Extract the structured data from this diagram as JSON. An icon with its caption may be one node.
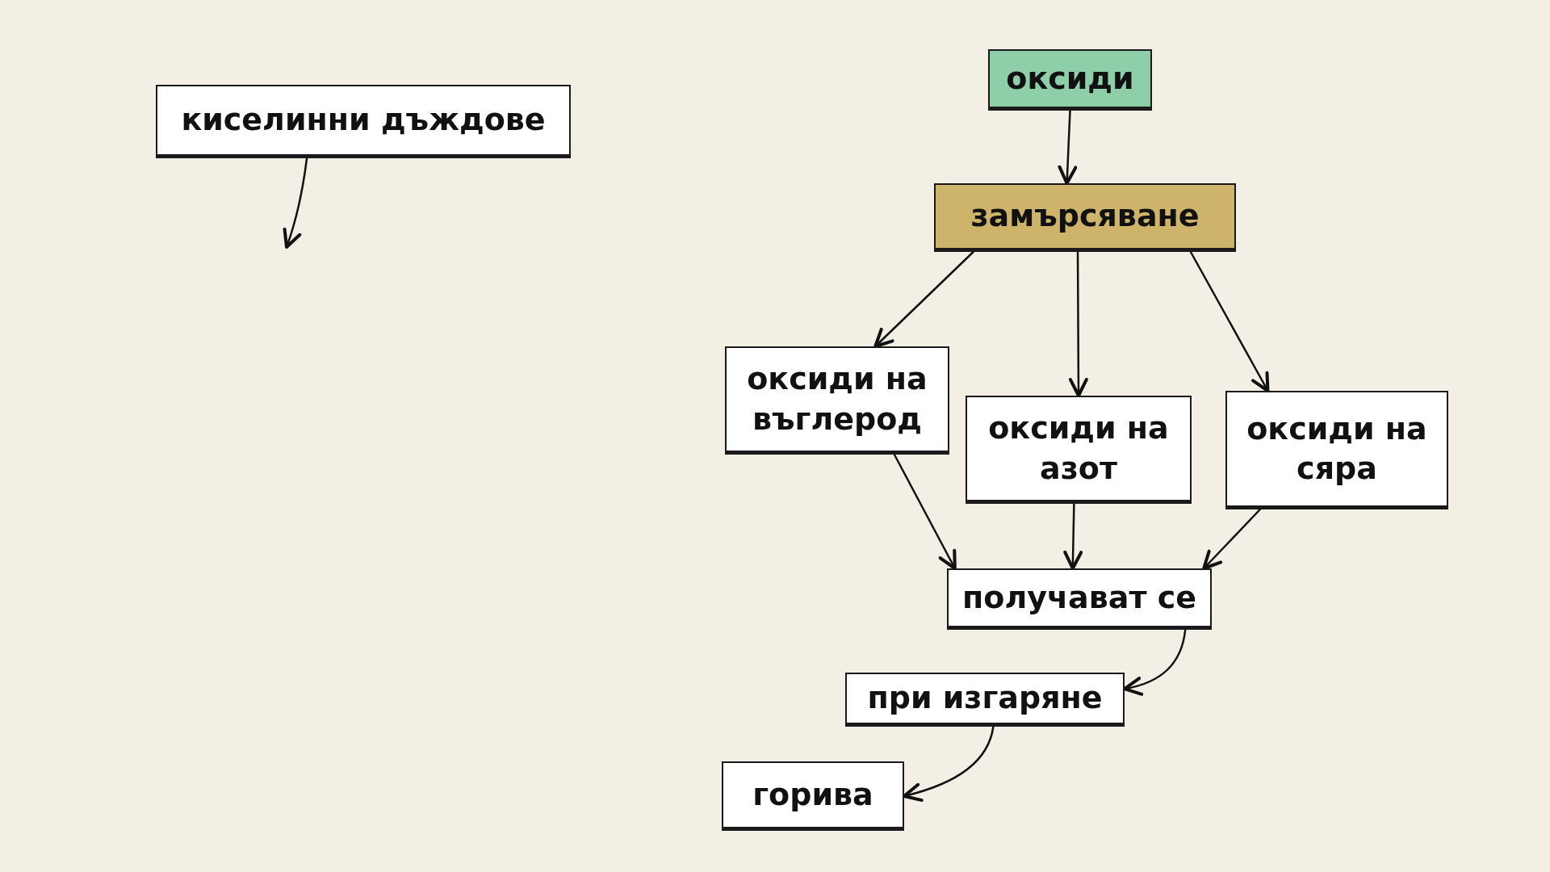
{
  "diagram": {
    "nodes": [
      {
        "text": [
          "киселинни дъждове"
        ]
      },
      {
        "text": [
          "оксиди"
        ]
      },
      {
        "text": [
          "замърсяване"
        ]
      },
      {
        "text": [
          "оксиди на въглерод"
        ]
      },
      {
        "text": [
          "оксиди на азот"
        ]
      },
      {
        "text": [
          "оксиди на сяра"
        ]
      },
      {
        "text": [
          "получават се"
        ]
      },
      {
        "text": [
          "при изгаряне"
        ]
      },
      {
        "text": [
          "горива"
        ]
      }
    ],
    "edges": [
      {
        "from": 0,
        "to": null,
        "arrow": "to"
      },
      {
        "from": 1,
        "to": 2,
        "arrow": "to"
      },
      {
        "from": 2,
        "to": 3,
        "arrow": "to"
      },
      {
        "from": 2,
        "to": 4,
        "arrow": "to"
      },
      {
        "from": 2,
        "to": 5,
        "arrow": "to"
      },
      {
        "from": 3,
        "to": 6,
        "arrow": "to"
      },
      {
        "from": 4,
        "to": 6,
        "arrow": "to"
      },
      {
        "from": 5,
        "to": 6,
        "arrow": "to"
      },
      {
        "from": 6,
        "to": 7,
        "arrow": "to"
      },
      {
        "from": 7,
        "to": 8,
        "arrow": "to"
      }
    ]
  }
}
